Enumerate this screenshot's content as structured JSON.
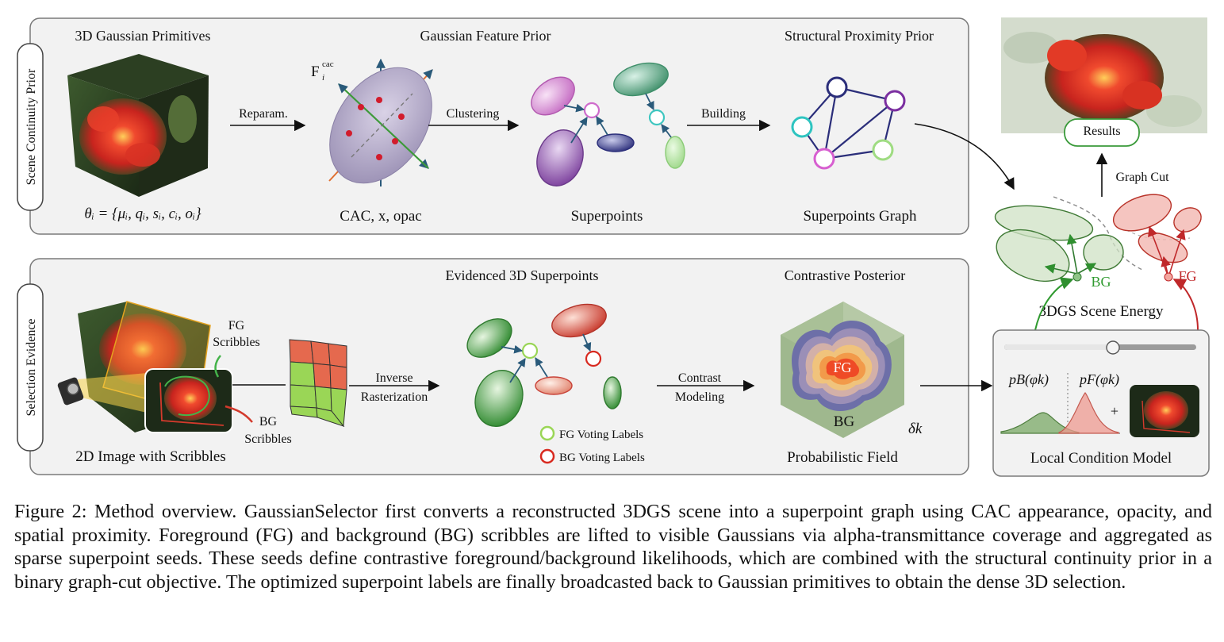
{
  "top_panel": {
    "side_label": "Scene Continuity Prior",
    "gaussian_primitives_title": "3D Gaussian Primitives",
    "theta_formula": "θᵢ = {μᵢ, qᵢ, sᵢ, cᵢ, oᵢ}",
    "feature_prior_title": "Gaussian Feature Prior",
    "feature_symbol": "F",
    "feature_sup": "cac",
    "feature_sub": "i",
    "reparam_label": "Reparam.",
    "cac_label": "CAC, x, opac",
    "clustering_label": "Clustering",
    "superpoints_label": "Superpoints",
    "structural_title": "Structural Proximity Prior",
    "building_label": "Building",
    "graph_label": "Superpoints Graph"
  },
  "bottom_panel": {
    "side_label": "Selection Evidence",
    "fg_scribbles_l1": "FG",
    "fg_scribbles_l2": "Scribbles",
    "bg_scribbles_l1": "BG",
    "bg_scribbles_l2": "Scribbles",
    "image_label": "2D Image with Scribbles",
    "inverse_l1": "Inverse",
    "inverse_l2": "Rasterization",
    "evidenced_title": "Evidenced 3D Superpoints",
    "fg_voting": "FG Voting Labels",
    "bg_voting": "BG Voting Labels",
    "contrast_l1": "Contrast",
    "contrast_l2": "Modeling",
    "posterior_title": "Contrastive Posterior",
    "fg_text": "FG",
    "bg_text": "BG",
    "delta_text": "δk",
    "field_label": "Probabilistic Field"
  },
  "right_column": {
    "results_label": "Results",
    "graph_cut_label": "Graph Cut",
    "bg_label": "BG",
    "fg_label": "FG",
    "energy_label": "3DGS Scene Energy",
    "pb_label": "pB(φk)",
    "pf_label": "pF(φk)",
    "plus": "+",
    "local_model_label": "Local Condition Model"
  },
  "colors": {
    "panel_fill": "#f2f2f2",
    "panel_stroke": "#7a7a7a",
    "fg_red": "#d33a2c",
    "bg_green": "#3f9a3a",
    "graph_navy": "#2b2e7a",
    "graph_purple": "#7b2fa0",
    "graph_teal": "#2ec4c0",
    "graph_pink": "#d75fd0",
    "graph_lightgreen": "#9fdc82"
  },
  "caption": "Figure 2: Method overview. GaussianSelector first converts a reconstructed 3DGS scene into a superpoint graph using CAC appearance, opacity, and spatial proximity. Foreground (FG) and background (BG) scribbles are lifted to visible Gaussians via alpha-transmittance coverage and aggregated as sparse superpoint seeds. These seeds define contrastive foreground/background likelihoods, which are combined with the structural continuity prior in a binary graph-cut objective. The optimized superpoint labels are finally broadcasted back to Gaussian primitives to obtain the dense 3D selection."
}
